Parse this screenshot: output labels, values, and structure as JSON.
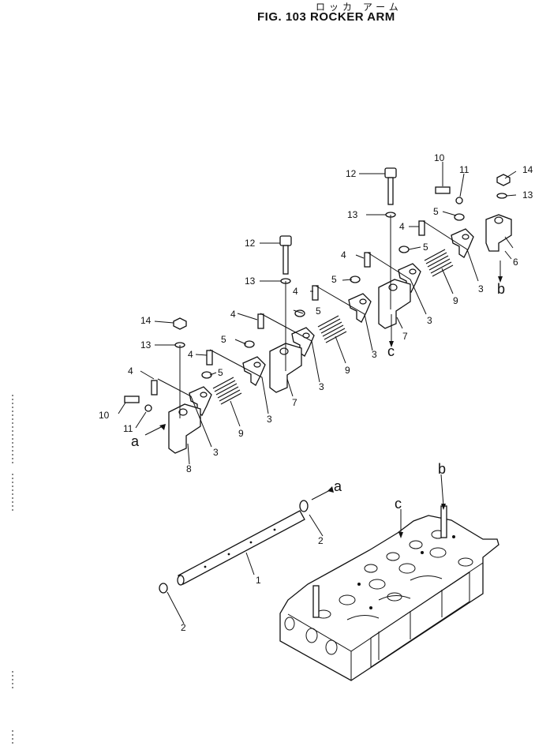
{
  "title": {
    "japanese": "ロッカ アーム",
    "main": "FIG. 103  ROCKER ARM"
  },
  "callouts": {
    "n1": "1",
    "n2": "2",
    "n3": "3",
    "n4": "4",
    "n5": "5",
    "n6": "6",
    "n7": "7",
    "n8": "8",
    "n9": "9",
    "n10": "10",
    "n11": "11",
    "n12": "12",
    "n13": "13",
    "n14": "14"
  },
  "arrows": {
    "a": "a",
    "b": "b",
    "c": "c"
  }
}
